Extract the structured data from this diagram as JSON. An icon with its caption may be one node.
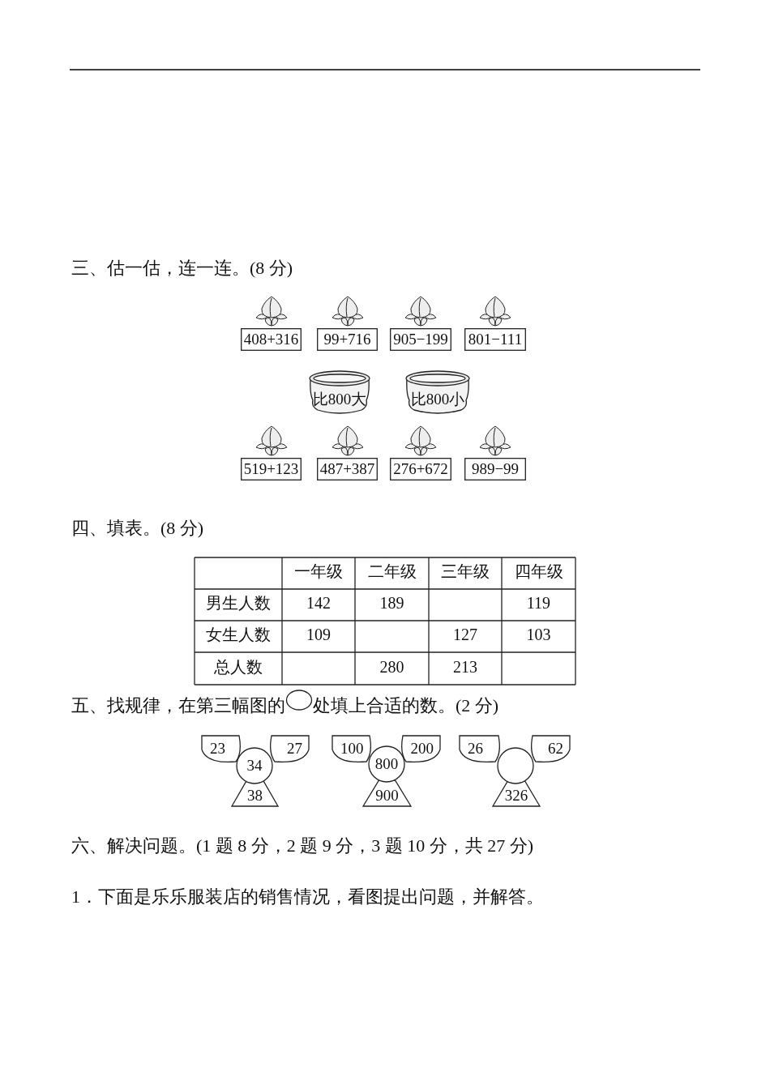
{
  "diagram": {
    "nodes": [
      {
        "text": [
          "408+316"
        ]
      },
      {
        "text": [
          "99+716"
        ]
      },
      {
        "text": [
          "905−199"
        ]
      },
      {
        "text": [
          "801−111"
        ]
      },
      {
        "text": [
          "比800大"
        ]
      },
      {
        "text": [
          "比800小"
        ]
      },
      {
        "text": [
          "519+123"
        ]
      },
      {
        "text": [
          "487+387"
        ]
      },
      {
        "text": [
          "276+672"
        ]
      },
      {
        "text": [
          "989−99"
        ]
      },
      {
        "text": [
          "23"
        ]
      },
      {
        "text": [
          "27"
        ]
      },
      {
        "text": [
          "34"
        ]
      },
      {
        "text": [
          "38"
        ]
      },
      {
        "text": [
          "100"
        ]
      },
      {
        "text": [
          "200"
        ]
      },
      {
        "text": [
          "800"
        ]
      },
      {
        "text": [
          "900"
        ]
      },
      {
        "text": [
          "26"
        ]
      },
      {
        "text": [
          "62"
        ]
      },
      {
        "text": [],
        "shape": "circle"
      },
      {
        "text": [
          "326"
        ]
      }
    ],
    "labels": [
      "三、估一估，连一连。(8 分)",
      "四、填表。(8 分)",
      "一年级",
      "二年级",
      "三年级",
      "四年级",
      "男生人数",
      "142",
      "189",
      "119",
      "女生人数",
      "109",
      "127",
      "103",
      "总人数",
      "280",
      "213",
      "五、找规律，在第三幅图的",
      "处填上合适的数。(2 分)",
      "六、解决问题。(1 题 8 分，2 题 9 分，3 题 10 分，共 27 分)",
      "1．下面是乐乐服装店的销售情况，看图提出问题，并解答。"
    ]
  }
}
